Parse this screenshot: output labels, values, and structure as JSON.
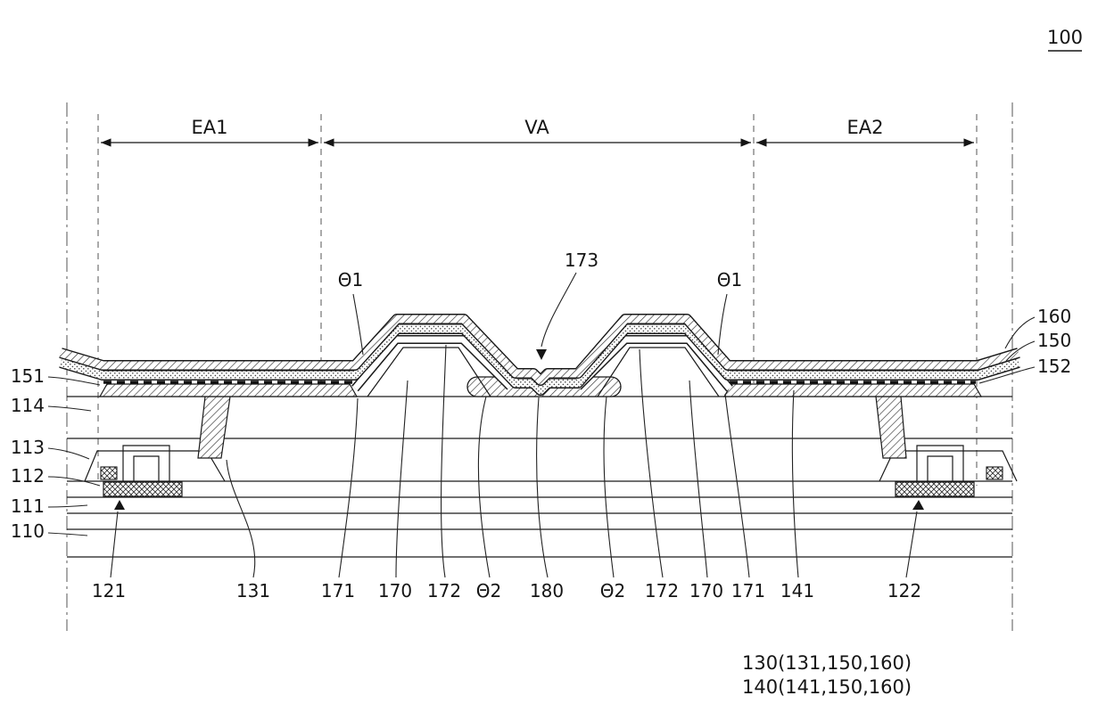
{
  "figure": {
    "number": "100"
  },
  "regions": {
    "ea1": "EA1",
    "va": "VA",
    "ea2": "EA2"
  },
  "labels": {
    "n173": "173",
    "theta1_left": "Θ1",
    "theta1_right": "Θ1",
    "n160": "160",
    "n150": "150",
    "n152": "152",
    "n151": "151",
    "n114": "114",
    "n113": "113",
    "n112": "112",
    "n111": "111",
    "n110": "110",
    "n121": "121",
    "n131": "131",
    "n171_left": "171",
    "n170_left": "170",
    "n172_left": "172",
    "theta2_left": "Θ2",
    "n180": "180",
    "theta2_right": "Θ2",
    "n172_right": "172",
    "n170_right": "170",
    "n171_right": "171",
    "n141": "141",
    "n122": "122"
  },
  "legend": {
    "line1": "130(131,150,160)",
    "line2": "140(141,150,160)"
  }
}
